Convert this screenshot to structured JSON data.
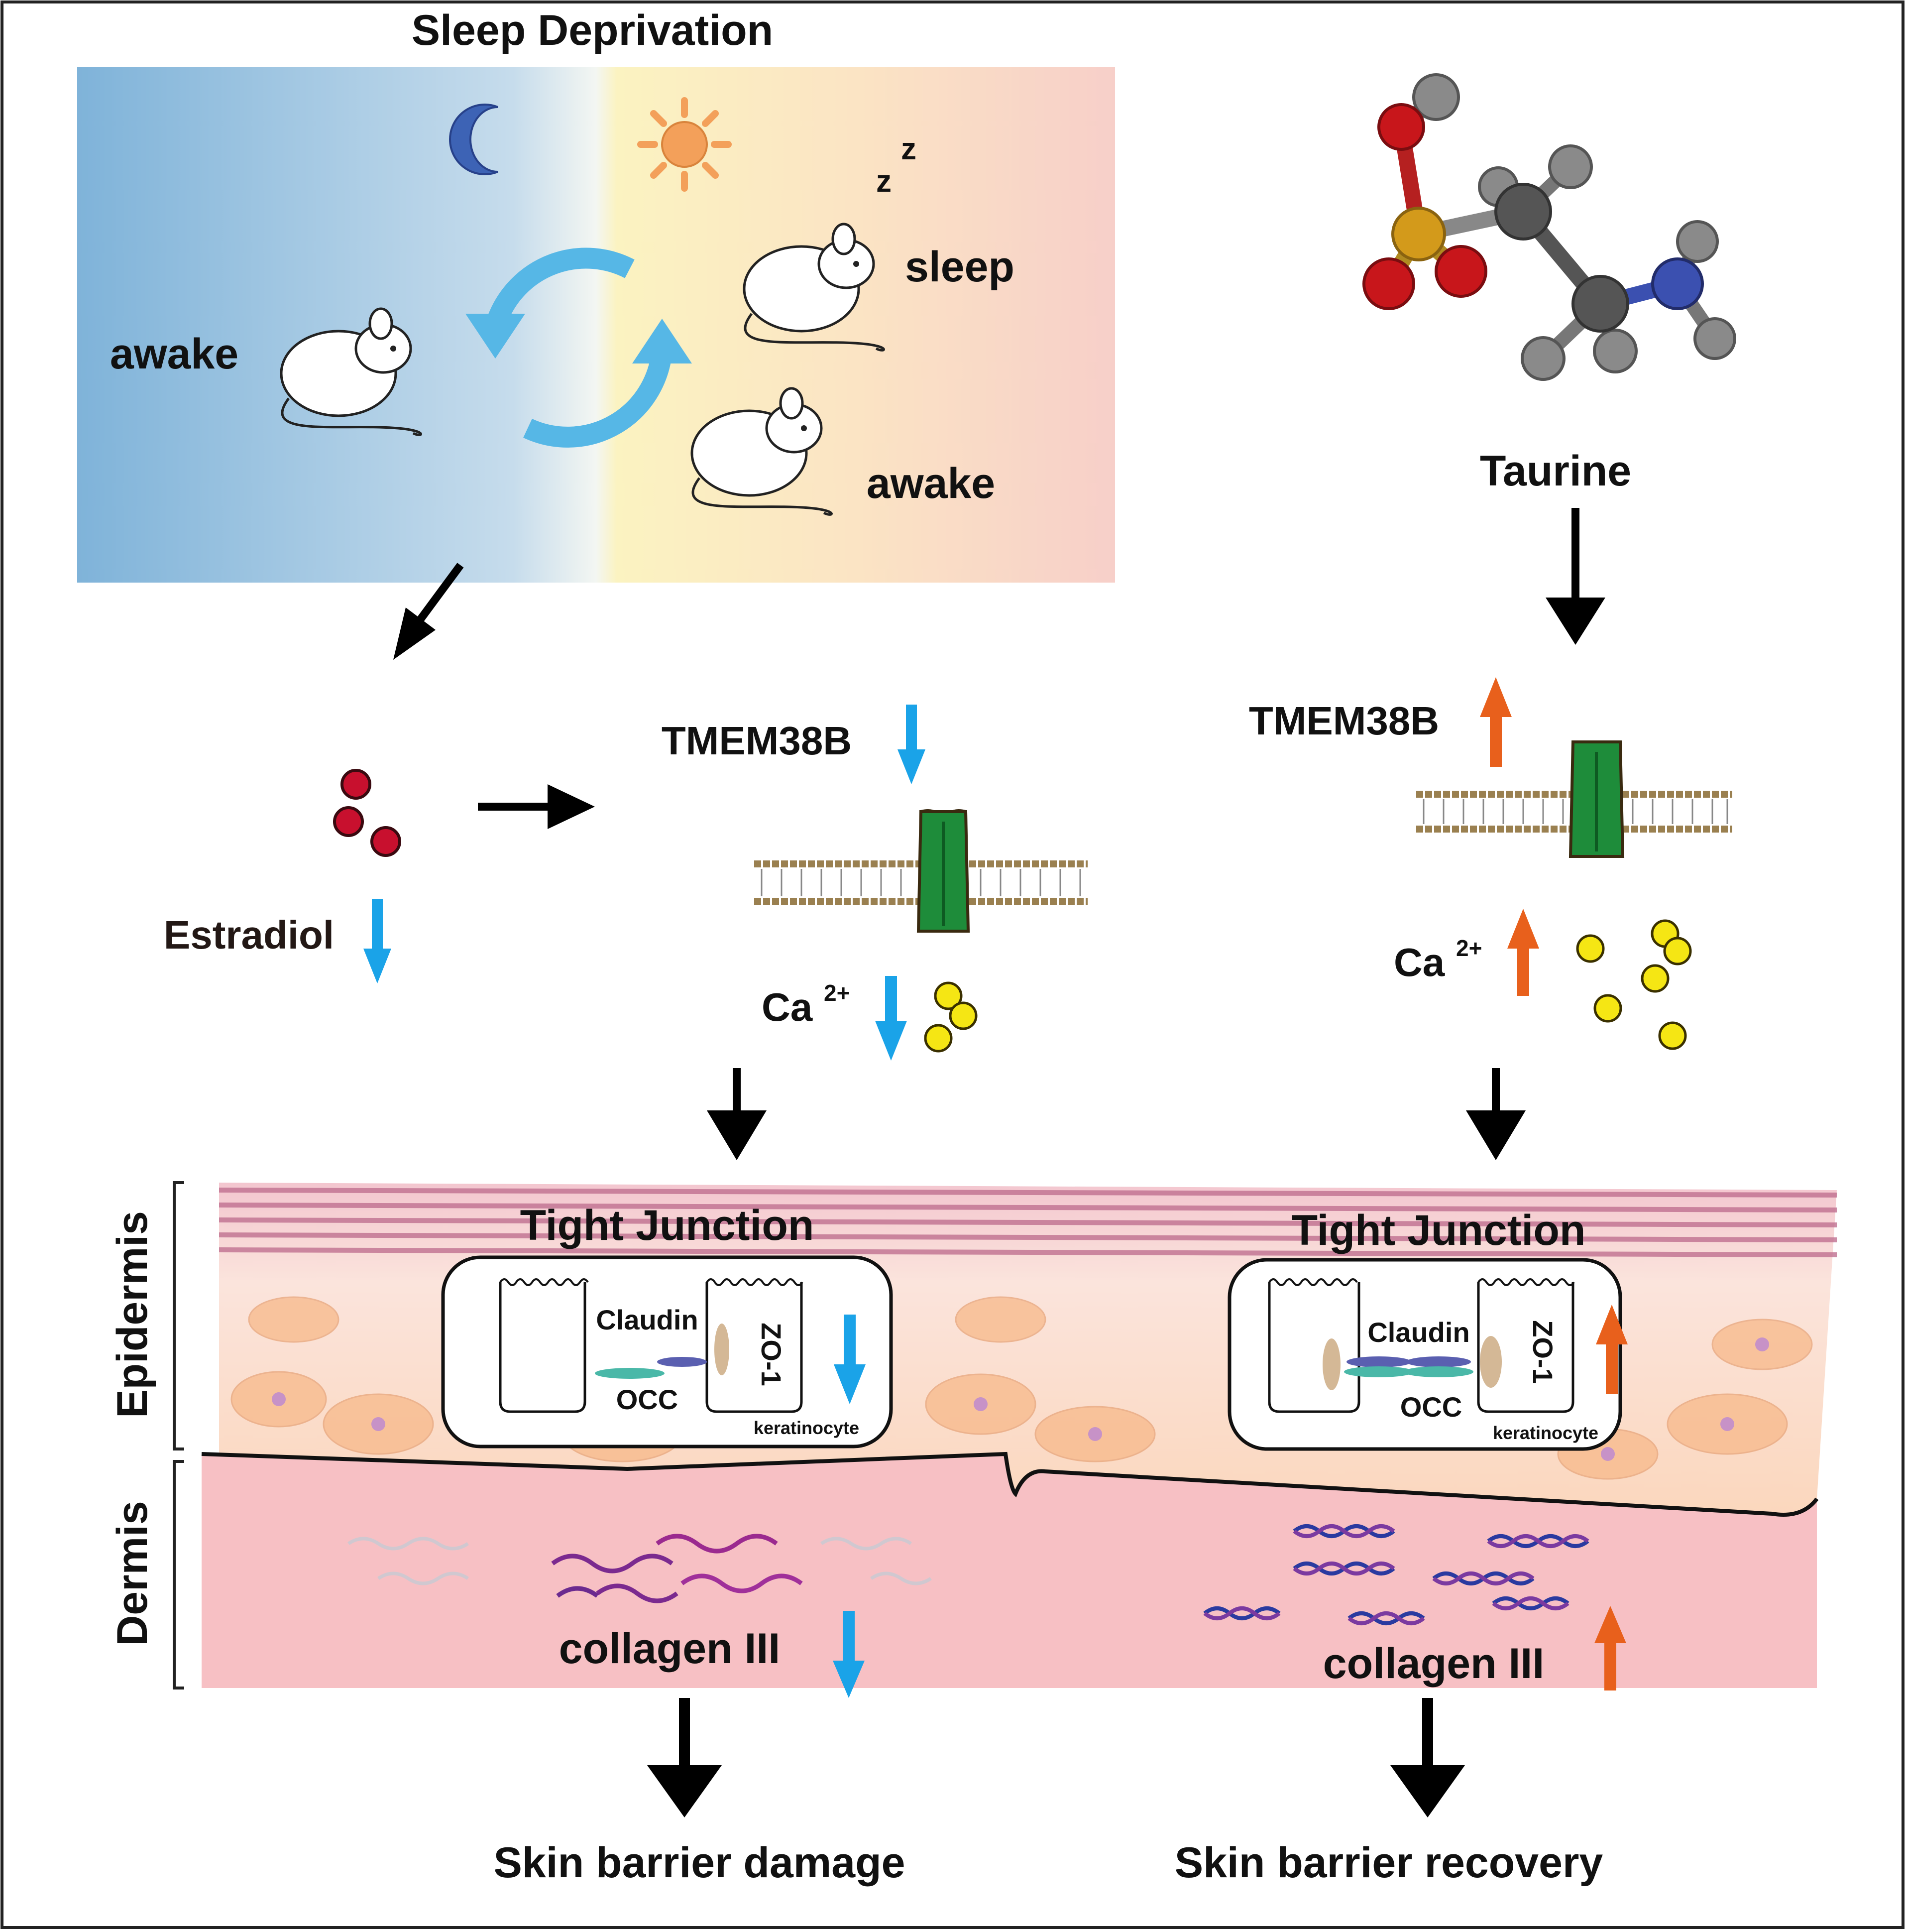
{
  "title": "Sleep Deprivation",
  "sleep_panel": {
    "awake_left": "awake",
    "sleep": "sleep",
    "awake_right": "awake",
    "zzz_small": "z",
    "zzz_large": "z"
  },
  "taurine_label": "Taurine",
  "left_pathway": {
    "estradiol": "Estradiol",
    "tmem38b": "TMEM38B",
    "ca": "Ca",
    "ca_sup": "2+",
    "tight_junction": "Tight Junction",
    "claudin": "Claudin",
    "occ": "OCC",
    "zo1": "ZO-1",
    "keratinocyte": "keratinocyte",
    "collagen": "collagen III",
    "outcome": "Skin  barrier damage",
    "trend": "down"
  },
  "right_pathway": {
    "tmem38b": "TMEM38B",
    "ca": "Ca",
    "ca_sup": "2+",
    "tight_junction": "Tight Junction",
    "claudin": "Claudin",
    "occ": "OCC",
    "zo1": "ZO-1",
    "keratinocyte": "keratinocyte",
    "collagen": "collagen III",
    "outcome": "Skin barrier recovery",
    "trend": "up"
  },
  "layers": {
    "epidermis": "Epidermis",
    "dermis": "Dermis"
  },
  "colors": {
    "down_arrow": "#1aa3e8",
    "up_arrow": "#e8601c",
    "channel": "#1e8c3a",
    "estradiol": "#c8102e",
    "calcium": "#f5e614",
    "night": "#7fb3d9",
    "day": "#fbf3c1",
    "dusk": "#f7cfc9",
    "dermis": "#f7c0c4"
  }
}
